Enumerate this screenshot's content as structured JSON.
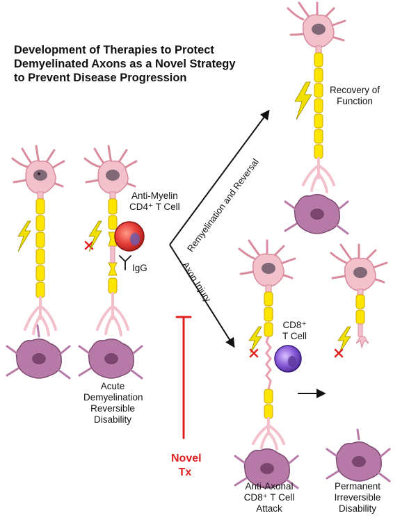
{
  "title": {
    "line1": "Development of Therapies to Protect",
    "line2": "Demyelinated Axons as a Novel Strategy",
    "line3": "to Prevent Disease Progression"
  },
  "labels": {
    "recovery": [
      "Recovery of",
      "Function"
    ],
    "anti_myelin": [
      "Anti-Myelin",
      "CD4⁺ T Cell"
    ],
    "igg": "IgG",
    "cd8": [
      "CD8⁺",
      "T Cell"
    ],
    "acute": [
      "Acute",
      "Demyelination",
      "Reversible",
      "Disability"
    ],
    "novel_tx": [
      "Novel",
      "Tx"
    ],
    "anti_axonal": [
      "Anti-Axonal",
      "CD8⁺ T Cell",
      "Attack"
    ],
    "permanent": [
      "Permanent",
      "Irreversible",
      "Disability"
    ]
  },
  "arrows": {
    "remyelination": "Remyelination and Reversal",
    "axon_injury": "Axon Injury"
  },
  "colors": {
    "neuron_fill": "#f2c1cc",
    "neuron_stroke": "#d98a9c",
    "myelin_fill": "#ffe600",
    "myelin_stroke": "#c9a400",
    "oligodendrocyte_fill": "#b77aa8",
    "oligodendrocyte_stroke": "#7e4a72",
    "cd4_cell": "#e8403a",
    "cd8_cell": "#8a5ad8",
    "lightning": "#f0e000",
    "novel_tx_red": "#e02020",
    "x_mark": "#e02020"
  }
}
